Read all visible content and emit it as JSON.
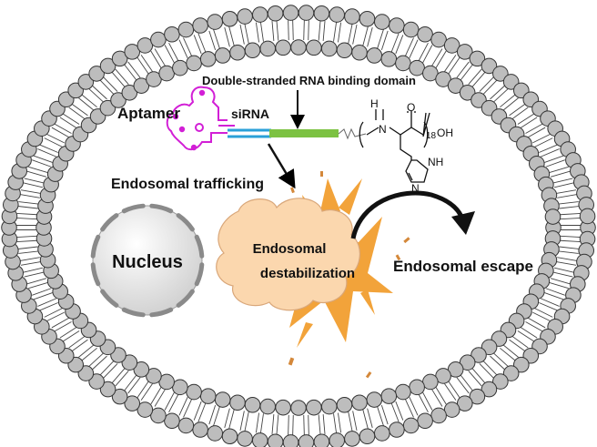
{
  "labels": {
    "binding_domain": "Double-stranded RNA binding domain",
    "aptamer": "Aptamer",
    "sirna": "siRNA",
    "trafficking": "Endosomal trafficking",
    "nucleus": "Nucleus",
    "destab_line1": "Endosomal",
    "destab_line2": "destabilization",
    "escape": "Endosomal escape"
  },
  "chem": {
    "h": "H",
    "n": "N",
    "o": "O",
    "subscript": "18",
    "oh": "OH",
    "nh": "NH",
    "ring_n": "N"
  },
  "colors": {
    "membrane_head": "#bdbdbd",
    "aptamer": "#d21fd6",
    "sirna_blue": "#2aa0d8",
    "binding_green": "#7cc242",
    "cloud": "#fbd7ae",
    "burst": "#f2a33a",
    "nucleus": "#d8d8d8"
  }
}
